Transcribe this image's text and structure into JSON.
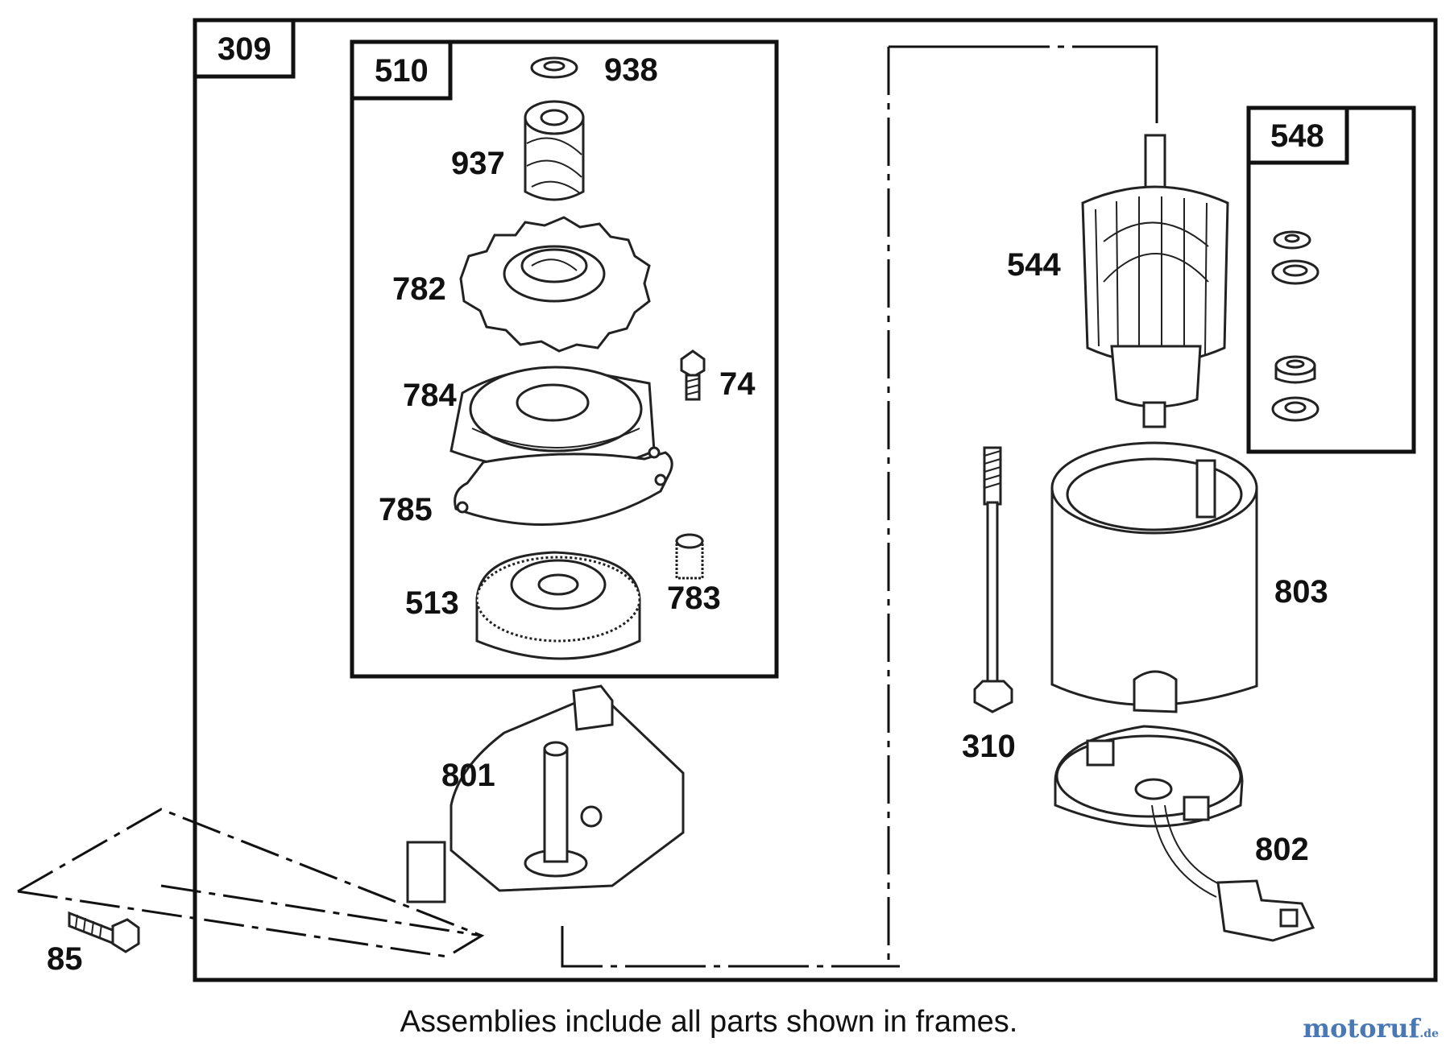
{
  "frames": {
    "outer": "309",
    "drive_kit": "510",
    "washer_kit": "548"
  },
  "parts": {
    "p938": "938",
    "p937": "937",
    "p782": "782",
    "p784": "784",
    "p74": "74",
    "p785": "785",
    "p513": "513",
    "p783": "783",
    "p801": "801",
    "p85": "85",
    "p544": "544",
    "p803": "803",
    "p310": "310",
    "p802": "802"
  },
  "caption": "Assemblies include all parts shown in frames.",
  "watermark": {
    "brand": "motoruf",
    "suffix": ".de",
    "color": "#4a78b5"
  }
}
